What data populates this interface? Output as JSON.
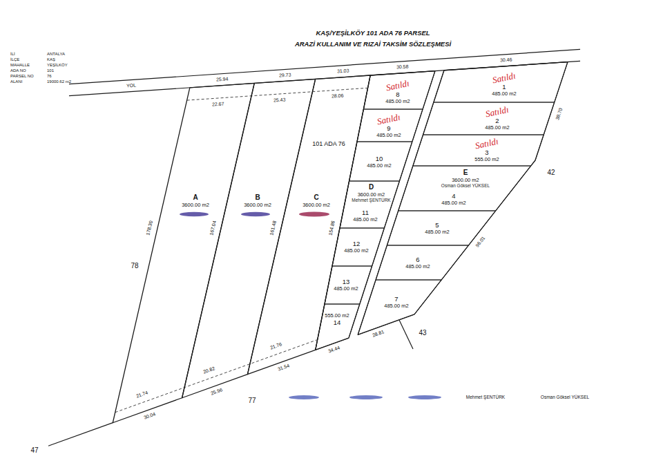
{
  "diagram": {
    "title": "KAŞ/YEŞİLKÖY 101 ADA 76 PARSEL",
    "nodes": [
      {
        "text": [
          "A",
          "3600.00 m2"
        ]
      },
      {
        "text": [
          "B",
          "3600.00 m2"
        ]
      },
      {
        "text": [
          "C",
          "3600.00 m2"
        ]
      },
      {
        "text": [
          "D",
          "3600.00 m2",
          "Mehmet ŞENTÜRK"
        ]
      },
      {
        "text": [
          "Satıldı",
          "8",
          "485.00 m2"
        ],
        "in": 3
      },
      {
        "text": [
          "Satıldı",
          "9",
          "485.00 m2"
        ],
        "in": 3
      },
      {
        "text": [
          "10",
          "485.00 m2"
        ],
        "in": 3
      },
      {
        "text": [
          "11",
          "485.00 m2"
        ],
        "in": 3
      },
      {
        "text": [
          "12",
          "485.00 m2"
        ],
        "in": 3
      },
      {
        "text": [
          "13",
          "485.00 m2"
        ],
        "in": 3
      },
      {
        "text": [
          "555.00 m2",
          "14"
        ],
        "in": 3
      },
      {
        "text": [
          "E",
          "3600.00 m2",
          "Osman Göksel YÜKSEL"
        ]
      },
      {
        "text": [
          "Satıldı",
          "1",
          "485.00 m2"
        ],
        "in": 11
      },
      {
        "text": [
          "Satıldı",
          "2",
          "485.00 m2"
        ],
        "in": 11
      },
      {
        "text": [
          "Satıldı",
          "3",
          "555.00 m2"
        ],
        "in": 11
      },
      {
        "text": [
          "4",
          "485.00 m2"
        ],
        "in": 11
      },
      {
        "text": [
          "5",
          "485.00 m2"
        ],
        "in": 11
      },
      {
        "text": [
          "6",
          "485.00 m2"
        ],
        "in": 11
      },
      {
        "text": [
          "7",
          "485.00 m2"
        ],
        "in": 11
      }
    ],
    "labels": [
      "ARAZİ KULLANIM VE RIZAİ TAKSİM SÖZLEŞMESİ",
      "İLİ",
      "ANTALYA",
      "İLÇE",
      "KAŞ",
      "MAHALLE",
      "YEŞİLKÖY",
      "ADA NO",
      "101",
      "PARSEL NO",
      "76",
      "ALANI",
      "19000.62 m2",
      "YOL",
      "25.94",
      "29.73",
      "31.03",
      "30.58",
      "30.46",
      "22.67",
      "25.43",
      "28.06",
      "101 ADA 76",
      "178.30",
      "167.04",
      "161.48",
      "154.86",
      "78",
      "42",
      "38.70",
      "96.01",
      "21.74",
      "20.82",
      "21.76",
      "30.04",
      "25.96",
      "31.54",
      "34.44",
      "28.81",
      "77",
      "47",
      "43",
      "Mehmet ŞENTÜRK",
      "Osman Göksel YÜKSEL"
    ]
  }
}
